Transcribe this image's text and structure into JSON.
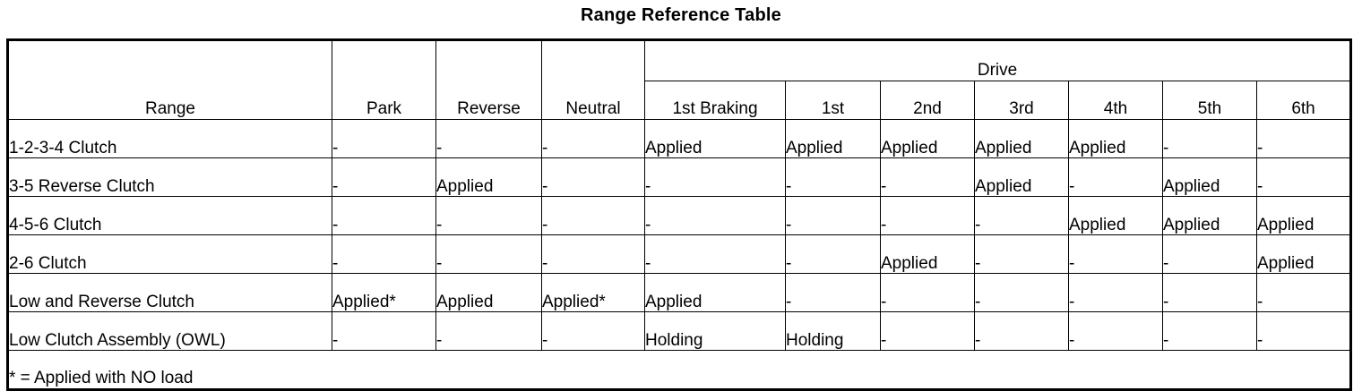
{
  "title": "Range Reference Table",
  "table": {
    "group_header": {
      "range_label": "Range",
      "park_label": "Park",
      "reverse_label": "Reverse",
      "neutral_label": "Neutral",
      "drive_label": "Drive"
    },
    "drive_subheaders": [
      "1st Braking",
      "1st",
      "2nd",
      "3rd",
      "4th",
      "5th",
      "6th"
    ],
    "columns": [
      "Range",
      "Park",
      "Reverse",
      "Neutral",
      "1st Braking",
      "1st",
      "2nd",
      "3rd",
      "4th",
      "5th",
      "6th"
    ],
    "rows": [
      {
        "range": "1-2-3-4 Clutch",
        "park": "-",
        "reverse": "-",
        "neutral": "-",
        "drive": [
          "Applied",
          "Applied",
          "Applied",
          "Applied",
          "Applied",
          "-",
          "-"
        ]
      },
      {
        "range": "3-5 Reverse Clutch",
        "park": "-",
        "reverse": "Applied",
        "neutral": "-",
        "drive": [
          "-",
          "-",
          "-",
          "Applied",
          "-",
          "Applied",
          "-"
        ]
      },
      {
        "range": "4-5-6 Clutch",
        "park": "-",
        "reverse": "-",
        "neutral": "-",
        "drive": [
          "-",
          "-",
          "-",
          "-",
          "Applied",
          "Applied",
          "Applied"
        ]
      },
      {
        "range": "2-6 Clutch",
        "park": "-",
        "reverse": "-",
        "neutral": "-",
        "drive": [
          "-",
          "-",
          "Applied",
          "-",
          "-",
          "-",
          "Applied"
        ]
      },
      {
        "range": "Low and Reverse Clutch",
        "park": "Applied*",
        "reverse": "Applied",
        "neutral": "Applied*",
        "drive": [
          "Applied",
          "-",
          "-",
          "-",
          "-",
          "-",
          "-"
        ]
      },
      {
        "range": "Low Clutch Assembly (OWL)",
        "park": "-",
        "reverse": "-",
        "neutral": "-",
        "drive": [
          "Holding",
          "Holding",
          "-",
          "-",
          "-",
          "-",
          "-"
        ]
      }
    ],
    "footnote": "* = Applied with NO load"
  },
  "colors": {
    "border": "#000000",
    "background": "#ffffff",
    "text": "#000000"
  }
}
